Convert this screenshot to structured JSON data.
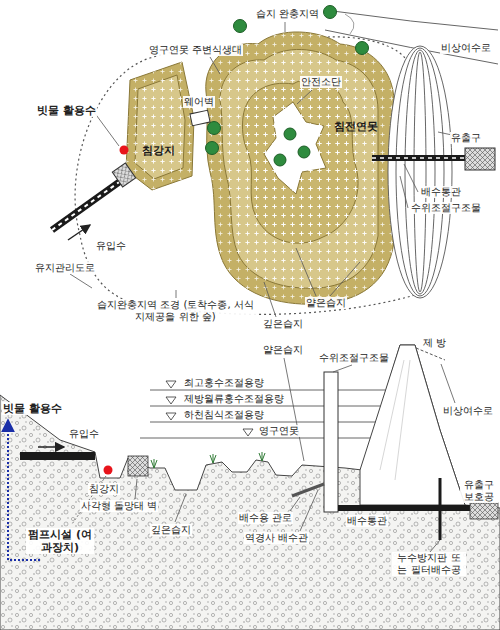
{
  "diagram": {
    "nodes": [
      {
        "text": [
          "침강지"
        ]
      },
      {
        "text": [
          "침전연못"
        ]
      }
    ],
    "labels": [
      "빗물 활용수",
      "영구연못 주변식생대",
      "습지 완충지역",
      "비상여수로",
      "안전소단",
      "웨어벽",
      "유입수",
      "유출구",
      "배수통관",
      "수위조절구조물",
      "유지관리도로",
      "얕은습지",
      "깊은습지",
      "습지완충지역 조경 (토착수종, 서식지제공을 위한 숲)",
      "빗물 활용수",
      "얕은습지",
      "수위조절구조물",
      "제 방",
      "최고홍수조절용량",
      "제방월류홍수조절용량",
      "하천침식조절용량",
      "영구연못",
      "비상여수로",
      "유입수",
      "침강지",
      "사각형 돌망태 벽",
      "깊은습지",
      "배수용 관로",
      "역경사 배수관",
      "배수통관",
      "누수방지판 또는 필터배수공",
      "유출구 보호공",
      "펌프시설 (여과장치)"
    ]
  }
}
